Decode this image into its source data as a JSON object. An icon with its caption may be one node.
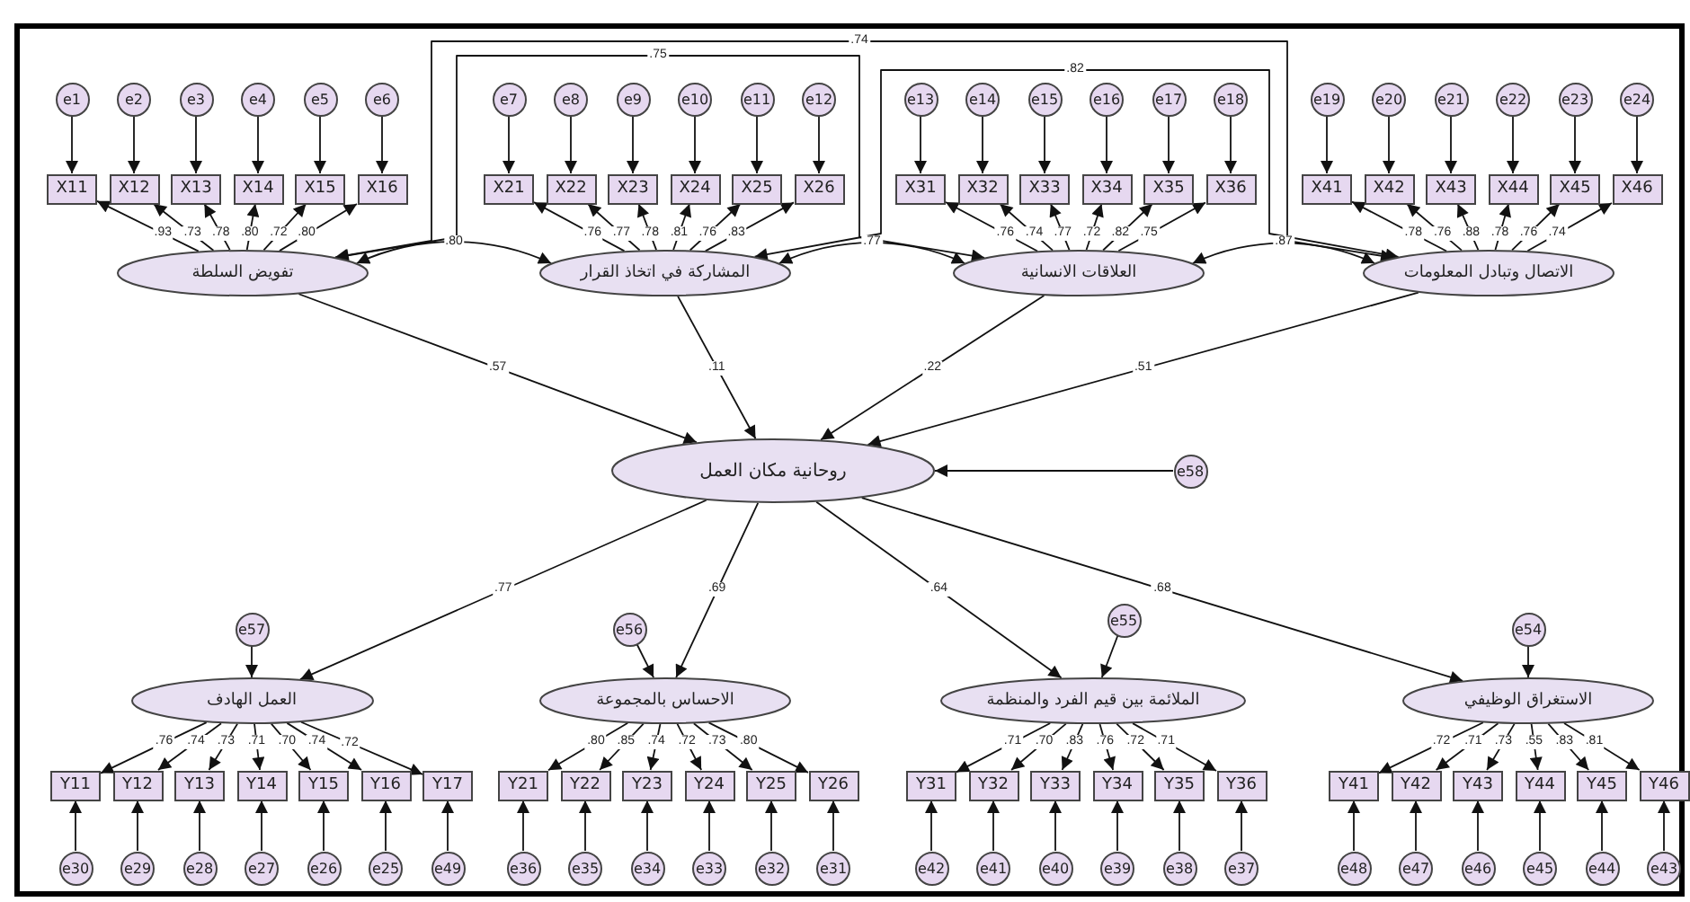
{
  "diagram": {
    "nodes": [
      {
        "text": [
          "e1"
        ]
      },
      {
        "text": [
          "e2"
        ]
      },
      {
        "text": [
          "e3"
        ]
      },
      {
        "text": [
          "e4"
        ]
      },
      {
        "text": [
          "e5"
        ]
      },
      {
        "text": [
          "e6"
        ]
      },
      {
        "text": [
          "e7"
        ]
      },
      {
        "text": [
          "e8"
        ]
      },
      {
        "text": [
          "e9"
        ]
      },
      {
        "text": [
          "e10"
        ]
      },
      {
        "text": [
          "e11"
        ]
      },
      {
        "text": [
          "e12"
        ]
      },
      {
        "text": [
          "e13"
        ]
      },
      {
        "text": [
          "e14"
        ]
      },
      {
        "text": [
          "e15"
        ]
      },
      {
        "text": [
          "e16"
        ]
      },
      {
        "text": [
          "e17"
        ]
      },
      {
        "text": [
          "e18"
        ]
      },
      {
        "text": [
          "e19"
        ]
      },
      {
        "text": [
          "e20"
        ]
      },
      {
        "text": [
          "e21"
        ]
      },
      {
        "text": [
          "e22"
        ]
      },
      {
        "text": [
          "e23"
        ]
      },
      {
        "text": [
          "e24"
        ]
      },
      {
        "text": [
          "X11"
        ]
      },
      {
        "text": [
          "X12"
        ]
      },
      {
        "text": [
          "X13"
        ]
      },
      {
        "text": [
          "X14"
        ]
      },
      {
        "text": [
          "X15"
        ]
      },
      {
        "text": [
          "X16"
        ]
      },
      {
        "text": [
          "X21"
        ]
      },
      {
        "text": [
          "X22"
        ]
      },
      {
        "text": [
          "X23"
        ]
      },
      {
        "text": [
          "X24"
        ]
      },
      {
        "text": [
          "X25"
        ]
      },
      {
        "text": [
          "X26"
        ]
      },
      {
        "text": [
          "X31"
        ]
      },
      {
        "text": [
          "X32"
        ]
      },
      {
        "text": [
          "X33"
        ]
      },
      {
        "text": [
          "X34"
        ]
      },
      {
        "text": [
          "X35"
        ]
      },
      {
        "text": [
          "X36"
        ]
      },
      {
        "text": [
          "X41"
        ]
      },
      {
        "text": [
          "X42"
        ]
      },
      {
        "text": [
          "X43"
        ]
      },
      {
        "text": [
          "X44"
        ]
      },
      {
        "text": [
          "X45"
        ]
      },
      {
        "text": [
          "X46"
        ]
      },
      {
        "text": [
          "تفويض السلطة"
        ]
      },
      {
        "text": [
          "المشاركة في اتخاذ القرار"
        ]
      },
      {
        "text": [
          "العلاقات الانسانية"
        ]
      },
      {
        "text": [
          "الاتصال وتبادل المعلومات"
        ]
      },
      {
        "text": [
          "روحانية مكان العمل"
        ]
      },
      {
        "text": [
          "e58"
        ]
      },
      {
        "text": [
          "e57"
        ]
      },
      {
        "text": [
          "e56"
        ]
      },
      {
        "text": [
          "e55"
        ]
      },
      {
        "text": [
          "e54"
        ]
      },
      {
        "text": [
          "العمل الهادف"
        ]
      },
      {
        "text": [
          "الاحساس بالمجموعة"
        ]
      },
      {
        "text": [
          "الملائمة بين قيم الفرد والمنظمة"
        ]
      },
      {
        "text": [
          "الاستغراق الوظيفي"
        ]
      },
      {
        "text": [
          "Y11"
        ]
      },
      {
        "text": [
          "Y12"
        ]
      },
      {
        "text": [
          "Y13"
        ]
      },
      {
        "text": [
          "Y14"
        ]
      },
      {
        "text": [
          "Y15"
        ]
      },
      {
        "text": [
          "Y16"
        ]
      },
      {
        "text": [
          "Y17"
        ]
      },
      {
        "text": [
          "Y21"
        ]
      },
      {
        "text": [
          "Y22"
        ]
      },
      {
        "text": [
          "Y23"
        ]
      },
      {
        "text": [
          "Y24"
        ]
      },
      {
        "text": [
          "Y25"
        ]
      },
      {
        "text": [
          "Y26"
        ]
      },
      {
        "text": [
          "Y31"
        ]
      },
      {
        "text": [
          "Y32"
        ]
      },
      {
        "text": [
          "Y33"
        ]
      },
      {
        "text": [
          "Y34"
        ]
      },
      {
        "text": [
          "Y35"
        ]
      },
      {
        "text": [
          "Y36"
        ]
      },
      {
        "text": [
          "Y41"
        ]
      },
      {
        "text": [
          "Y42"
        ]
      },
      {
        "text": [
          "Y43"
        ]
      },
      {
        "text": [
          "Y44"
        ]
      },
      {
        "text": [
          "Y45"
        ]
      },
      {
        "text": [
          "Y46"
        ]
      },
      {
        "text": [
          "e30"
        ]
      },
      {
        "text": [
          "e29"
        ]
      },
      {
        "text": [
          "e28"
        ]
      },
      {
        "text": [
          "e27"
        ]
      },
      {
        "text": [
          "e26"
        ]
      },
      {
        "text": [
          "e25"
        ]
      },
      {
        "text": [
          "e49"
        ]
      },
      {
        "text": [
          "e36"
        ]
      },
      {
        "text": [
          "e35"
        ]
      },
      {
        "text": [
          "e34"
        ]
      },
      {
        "text": [
          "e33"
        ]
      },
      {
        "text": [
          "e32"
        ]
      },
      {
        "text": [
          "e31"
        ]
      },
      {
        "text": [
          "e42"
        ]
      },
      {
        "text": [
          "e41"
        ]
      },
      {
        "text": [
          "e40"
        ]
      },
      {
        "text": [
          "e39"
        ]
      },
      {
        "text": [
          "e38"
        ]
      },
      {
        "text": [
          "e37"
        ]
      },
      {
        "text": [
          "e48"
        ]
      },
      {
        "text": [
          "e47"
        ]
      },
      {
        "text": [
          "e46"
        ]
      },
      {
        "text": [
          "e45"
        ]
      },
      {
        "text": [
          "e44"
        ]
      },
      {
        "text": [
          "e43"
        ]
      }
    ],
    "edges": [
      {
        "from": 0,
        "to": 24,
        "arrow": "to"
      },
      {
        "from": 1,
        "to": 25,
        "arrow": "to"
      },
      {
        "from": 2,
        "to": 26,
        "arrow": "to"
      },
      {
        "from": 3,
        "to": 27,
        "arrow": "to"
      },
      {
        "from": 4,
        "to": 28,
        "arrow": "to"
      },
      {
        "from": 5,
        "to": 29,
        "arrow": "to"
      },
      {
        "from": 6,
        "to": 30,
        "arrow": "to"
      },
      {
        "from": 7,
        "to": 31,
        "arrow": "to"
      },
      {
        "from": 8,
        "to": 32,
        "arrow": "to"
      },
      {
        "from": 9,
        "to": 33,
        "arrow": "to"
      },
      {
        "from": 10,
        "to": 34,
        "arrow": "to"
      },
      {
        "from": 11,
        "to": 35,
        "arrow": "to"
      },
      {
        "from": 12,
        "to": 36,
        "arrow": "to"
      },
      {
        "from": 13,
        "to": 37,
        "arrow": "to"
      },
      {
        "from": 14,
        "to": 38,
        "arrow": "to"
      },
      {
        "from": 15,
        "to": 39,
        "arrow": "to"
      },
      {
        "from": 16,
        "to": 40,
        "arrow": "to"
      },
      {
        "from": 17,
        "to": 41,
        "arrow": "to"
      },
      {
        "from": 18,
        "to": 42,
        "arrow": "to"
      },
      {
        "from": 19,
        "to": 43,
        "arrow": "to"
      },
      {
        "from": 20,
        "to": 44,
        "arrow": "to"
      },
      {
        "from": 21,
        "to": 45,
        "arrow": "to"
      },
      {
        "from": 22,
        "to": 46,
        "arrow": "to"
      },
      {
        "from": 23,
        "to": 47,
        "arrow": "to"
      },
      {
        "from": 48,
        "to": 24,
        "arrow": "to",
        "label": ".93"
      },
      {
        "from": 48,
        "to": 25,
        "arrow": "to",
        "label": ".73"
      },
      {
        "from": 48,
        "to": 26,
        "arrow": "to",
        "label": ".78"
      },
      {
        "from": 48,
        "to": 27,
        "arrow": "to",
        "label": ".80"
      },
      {
        "from": 48,
        "to": 28,
        "arrow": "to",
        "label": ".72"
      },
      {
        "from": 48,
        "to": 29,
        "arrow": "to",
        "label": ".80"
      },
      {
        "from": 49,
        "to": 30,
        "arrow": "to",
        "label": ".76"
      },
      {
        "from": 49,
        "to": 31,
        "arrow": "to",
        "label": ".77"
      },
      {
        "from": 49,
        "to": 32,
        "arrow": "to",
        "label": ".78"
      },
      {
        "from": 49,
        "to": 33,
        "arrow": "to",
        "label": ".81"
      },
      {
        "from": 49,
        "to": 34,
        "arrow": "to",
        "label": ".76"
      },
      {
        "from": 49,
        "to": 35,
        "arrow": "to",
        "label": ".83"
      },
      {
        "from": 50,
        "to": 36,
        "arrow": "to",
        "label": ".76"
      },
      {
        "from": 50,
        "to": 37,
        "arrow": "to",
        "label": ".74"
      },
      {
        "from": 50,
        "to": 38,
        "arrow": "to",
        "label": ".77"
      },
      {
        "from": 50,
        "to": 39,
        "arrow": "to",
        "label": ".72"
      },
      {
        "from": 50,
        "to": 40,
        "arrow": "to",
        "label": ".82"
      },
      {
        "from": 50,
        "to": 41,
        "arrow": "to",
        "label": ".75"
      },
      {
        "from": 51,
        "to": 42,
        "arrow": "to",
        "label": ".78"
      },
      {
        "from": 51,
        "to": 43,
        "arrow": "to",
        "label": ".76"
      },
      {
        "from": 51,
        "to": 44,
        "arrow": "to",
        "label": ".88"
      },
      {
        "from": 51,
        "to": 45,
        "arrow": "to",
        "label": ".78"
      },
      {
        "from": 51,
        "to": 46,
        "arrow": "to",
        "label": ".76"
      },
      {
        "from": 51,
        "to": 47,
        "arrow": "to",
        "label": ".74"
      },
      {
        "from": 48,
        "to": 49,
        "arrow": "both",
        "label": ".80"
      },
      {
        "from": 49,
        "to": 50,
        "arrow": "both",
        "label": ".77"
      },
      {
        "from": 50,
        "to": 51,
        "arrow": "both",
        "label": ".87"
      },
      {
        "from": 48,
        "to": 50,
        "arrow": "both",
        "label": ".75"
      },
      {
        "from": 49,
        "to": 51,
        "arrow": "both",
        "label": ".82"
      },
      {
        "from": 48,
        "to": 51,
        "arrow": "both",
        "label": ".74"
      },
      {
        "from": 48,
        "to": 52,
        "arrow": "to",
        "label": ".57"
      },
      {
        "from": 49,
        "to": 52,
        "arrow": "to",
        "label": ".11"
      },
      {
        "from": 50,
        "to": 52,
        "arrow": "to",
        "label": ".22"
      },
      {
        "from": 51,
        "to": 52,
        "arrow": "to",
        "label": ".51"
      },
      {
        "from": 53,
        "to": 52,
        "arrow": "to"
      },
      {
        "from": 52,
        "to": 58,
        "arrow": "to",
        "label": ".77"
      },
      {
        "from": 52,
        "to": 59,
        "arrow": "to",
        "label": ".69"
      },
      {
        "from": 52,
        "to": 60,
        "arrow": "to",
        "label": ".64"
      },
      {
        "from": 52,
        "to": 61,
        "arrow": "to",
        "label": ".68"
      },
      {
        "from": 54,
        "to": 58,
        "arrow": "to"
      },
      {
        "from": 55,
        "to": 59,
        "arrow": "to"
      },
      {
        "from": 56,
        "to": 60,
        "arrow": "to"
      },
      {
        "from": 57,
        "to": 61,
        "arrow": "to"
      },
      {
        "from": 58,
        "to": 62,
        "arrow": "to",
        "label": ".76"
      },
      {
        "from": 58,
        "to": 63,
        "arrow": "to",
        "label": ".74"
      },
      {
        "from": 58,
        "to": 64,
        "arrow": "to",
        "label": ".73"
      },
      {
        "from": 58,
        "to": 65,
        "arrow": "to",
        "label": ".71"
      },
      {
        "from": 58,
        "to": 66,
        "arrow": "to",
        "label": ".70"
      },
      {
        "from": 58,
        "to": 67,
        "arrow": "to",
        "label": ".74"
      },
      {
        "from": 58,
        "to": 68,
        "arrow": "to",
        "label": ".72"
      },
      {
        "from": 59,
        "to": 69,
        "arrow": "to",
        "label": ".80"
      },
      {
        "from": 59,
        "to": 70,
        "arrow": "to",
        "label": ".85"
      },
      {
        "from": 59,
        "to": 71,
        "arrow": "to",
        "label": ".74"
      },
      {
        "from": 59,
        "to": 72,
        "arrow": "to",
        "label": ".72"
      },
      {
        "from": 59,
        "to": 73,
        "arrow": "to",
        "label": ".73"
      },
      {
        "from": 59,
        "to": 74,
        "arrow": "to",
        "label": ".80"
      },
      {
        "from": 60,
        "to": 75,
        "arrow": "to",
        "label": ".71"
      },
      {
        "from": 60,
        "to": 76,
        "arrow": "to",
        "label": ".70"
      },
      {
        "from": 60,
        "to": 77,
        "arrow": "to",
        "label": ".83"
      },
      {
        "from": 60,
        "to": 78,
        "arrow": "to",
        "label": ".76"
      },
      {
        "from": 60,
        "to": 79,
        "arrow": "to",
        "label": ".72"
      },
      {
        "from": 60,
        "to": 80,
        "arrow": "to",
        "label": ".71"
      },
      {
        "from": 61,
        "to": 81,
        "arrow": "to",
        "label": ".72"
      },
      {
        "from": 61,
        "to": 82,
        "arrow": "to",
        "label": ".71"
      },
      {
        "from": 61,
        "to": 83,
        "arrow": "to",
        "label": ".73"
      },
      {
        "from": 61,
        "to": 84,
        "arrow": "to",
        "label": ".55"
      },
      {
        "from": 61,
        "to": 85,
        "arrow": "to",
        "label": ".83"
      },
      {
        "from": 61,
        "to": 86,
        "arrow": "to",
        "label": ".81"
      },
      {
        "from": 87,
        "to": 62,
        "arrow": "to"
      },
      {
        "from": 88,
        "to": 63,
        "arrow": "to"
      },
      {
        "from": 89,
        "to": 64,
        "arrow": "to"
      },
      {
        "from": 90,
        "to": 65,
        "arrow": "to"
      },
      {
        "from": 91,
        "to": 66,
        "arrow": "to"
      },
      {
        "from": 92,
        "to": 67,
        "arrow": "to"
      },
      {
        "from": 93,
        "to": 68,
        "arrow": "to"
      },
      {
        "from": 94,
        "to": 69,
        "arrow": "to"
      },
      {
        "from": 95,
        "to": 70,
        "arrow": "to"
      },
      {
        "from": 96,
        "to": 71,
        "arrow": "to"
      },
      {
        "from": 97,
        "to": 72,
        "arrow": "to"
      },
      {
        "from": 98,
        "to": 73,
        "arrow": "to"
      },
      {
        "from": 99,
        "to": 74,
        "arrow": "to"
      },
      {
        "from": 100,
        "to": 75,
        "arrow": "to"
      },
      {
        "from": 101,
        "to": 76,
        "arrow": "to"
      },
      {
        "from": 102,
        "to": 77,
        "arrow": "to"
      },
      {
        "from": 103,
        "to": 78,
        "arrow": "to"
      },
      {
        "from": 104,
        "to": 79,
        "arrow": "to"
      },
      {
        "from": 105,
        "to": 80,
        "arrow": "to"
      },
      {
        "from": 106,
        "to": 81,
        "arrow": "to"
      },
      {
        "from": 107,
        "to": 82,
        "arrow": "to"
      },
      {
        "from": 108,
        "to": 83,
        "arrow": "to"
      },
      {
        "from": 109,
        "to": 84,
        "arrow": "to"
      },
      {
        "from": 110,
        "to": 85,
        "arrow": "to"
      },
      {
        "from": 111,
        "to": 86,
        "arrow": "to"
      }
    ]
  }
}
